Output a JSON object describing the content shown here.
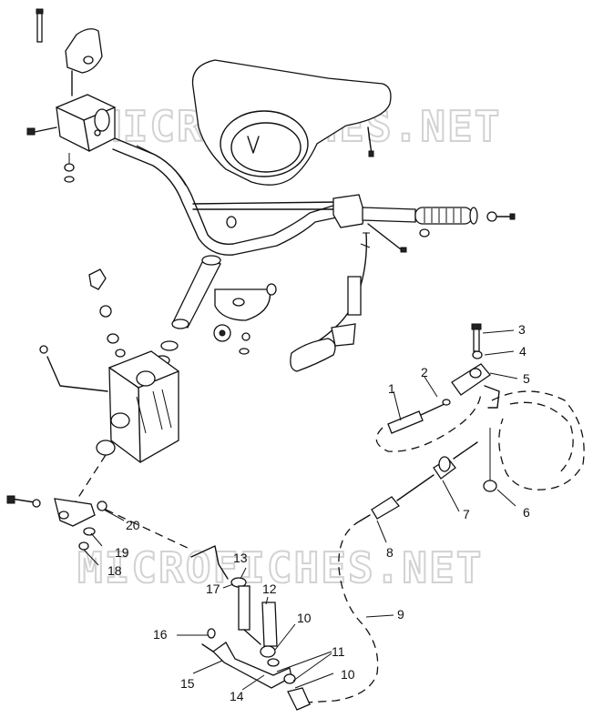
{
  "watermark": "MICROFICHES.NET",
  "callouts": {
    "c1": "1",
    "c2": "2",
    "c3": "3",
    "c4": "4",
    "c5": "5",
    "c6": "6",
    "c7": "7",
    "c8": "8",
    "c9": "9",
    "c10a": "10",
    "c10b": "10",
    "c11": "11",
    "c12": "12",
    "c13": "13",
    "c14": "14",
    "c15": "15",
    "c16": "16",
    "c17": "17",
    "c18": "18",
    "c19": "19",
    "c20": "20"
  }
}
